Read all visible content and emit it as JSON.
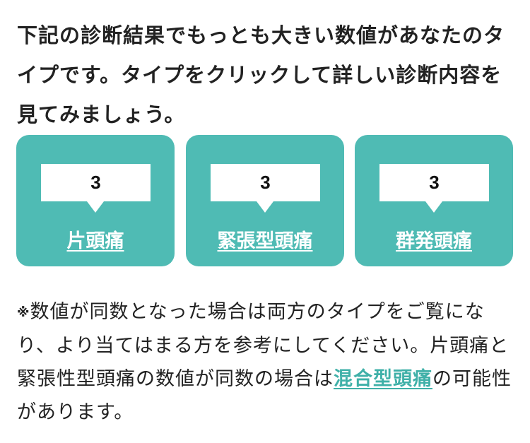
{
  "intro": {
    "text": "下記の診断結果でもっとも大きい数値があなたのタイプです。タイプをクリックして詳しい診断内容を見てみましょう。"
  },
  "types": [
    {
      "score": "3",
      "label": "片頭痛"
    },
    {
      "score": "3",
      "label": "緊張型頭痛"
    },
    {
      "score": "3",
      "label": "群発頭痛"
    }
  ],
  "note": {
    "mark": "※",
    "text_1": "数値が同数となった場合は両方のタイプをご覧になり、より当てはまる方を参考にしてください。片頭痛と緊張性型頭痛の数値が同数の場合は",
    "link": "混合型頭痛",
    "text_2": "の可能性があります。"
  },
  "colors": {
    "card_bg": "#4fbbb4",
    "link_accent": "#3fb0a8",
    "text": "#222222"
  }
}
